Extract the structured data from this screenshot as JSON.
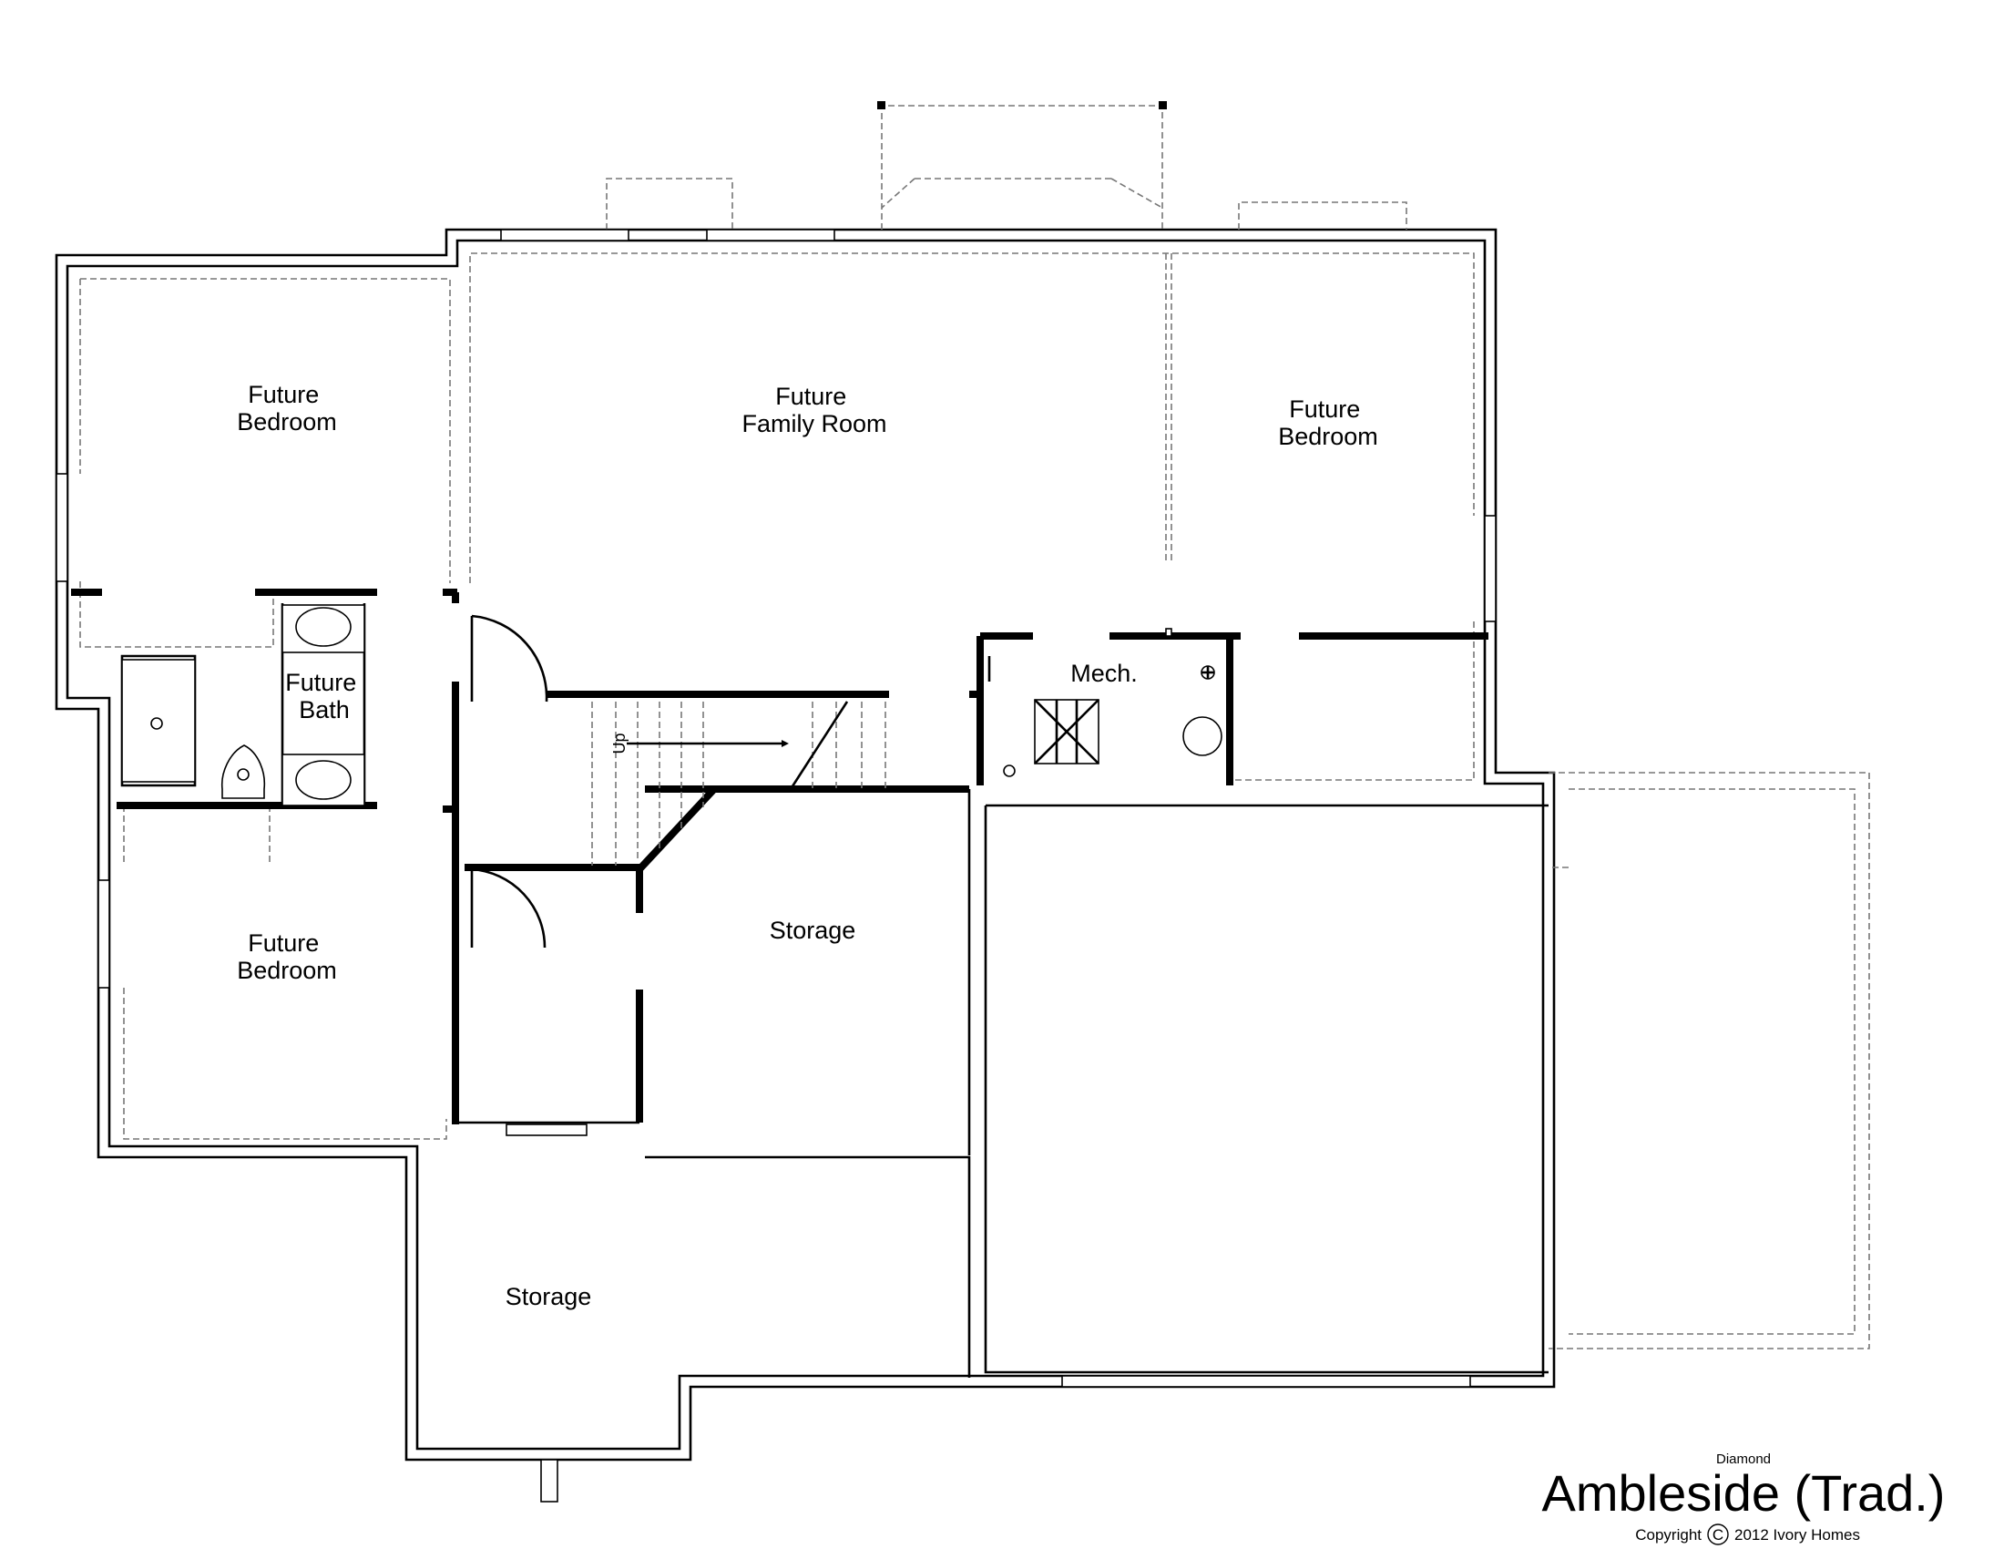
{
  "rooms": {
    "bedroom_nw": [
      "Future",
      "Bedroom"
    ],
    "family_room": [
      "Future",
      "Family Room"
    ],
    "bedroom_ne": [
      "Future",
      "Bedroom"
    ],
    "bath": [
      "Future",
      "Bath"
    ],
    "bedroom_sw": [
      "Future",
      "Bedroom"
    ],
    "mech": "Mech.",
    "storage_center": "Storage",
    "storage_south": "Storage"
  },
  "stairs": {
    "direction_label": "Up"
  },
  "title_block": {
    "series": "Diamond",
    "plan_name": "Ambleside (Trad.)",
    "copyright_word": "Copyright",
    "copyright_symbol": "C",
    "copyright_text": "2012 Ivory Homes"
  }
}
